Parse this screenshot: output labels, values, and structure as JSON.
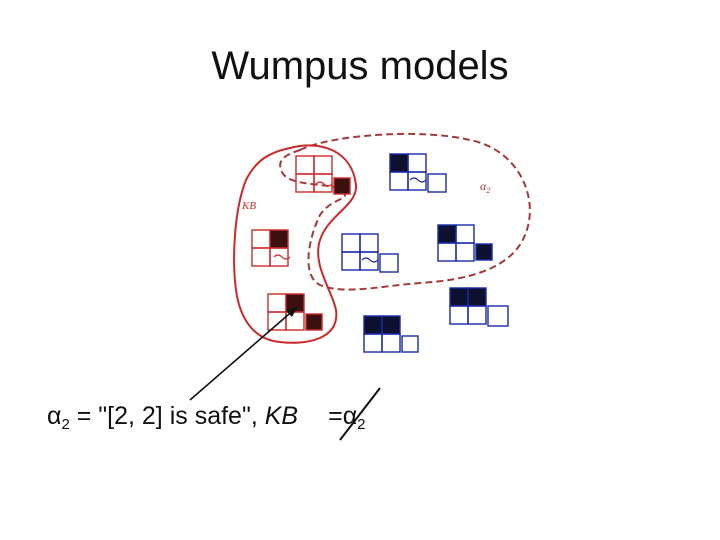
{
  "slide": {
    "title": "Wumpus models"
  },
  "diagram": {
    "kb_label": "KB",
    "alpha_label": "α",
    "alpha_sub": "2",
    "kb_color": "#cc2a2a",
    "alpha_color": "#a33a3a",
    "model_color": "#1a2aa8"
  },
  "formula": {
    "alpha": "α",
    "alpha_sub": "2",
    "text": " = \"[2, 2] is safe\", ",
    "kb": "KB",
    "entails": "=",
    "alpha2": "α",
    "alpha2_sub": "2"
  }
}
